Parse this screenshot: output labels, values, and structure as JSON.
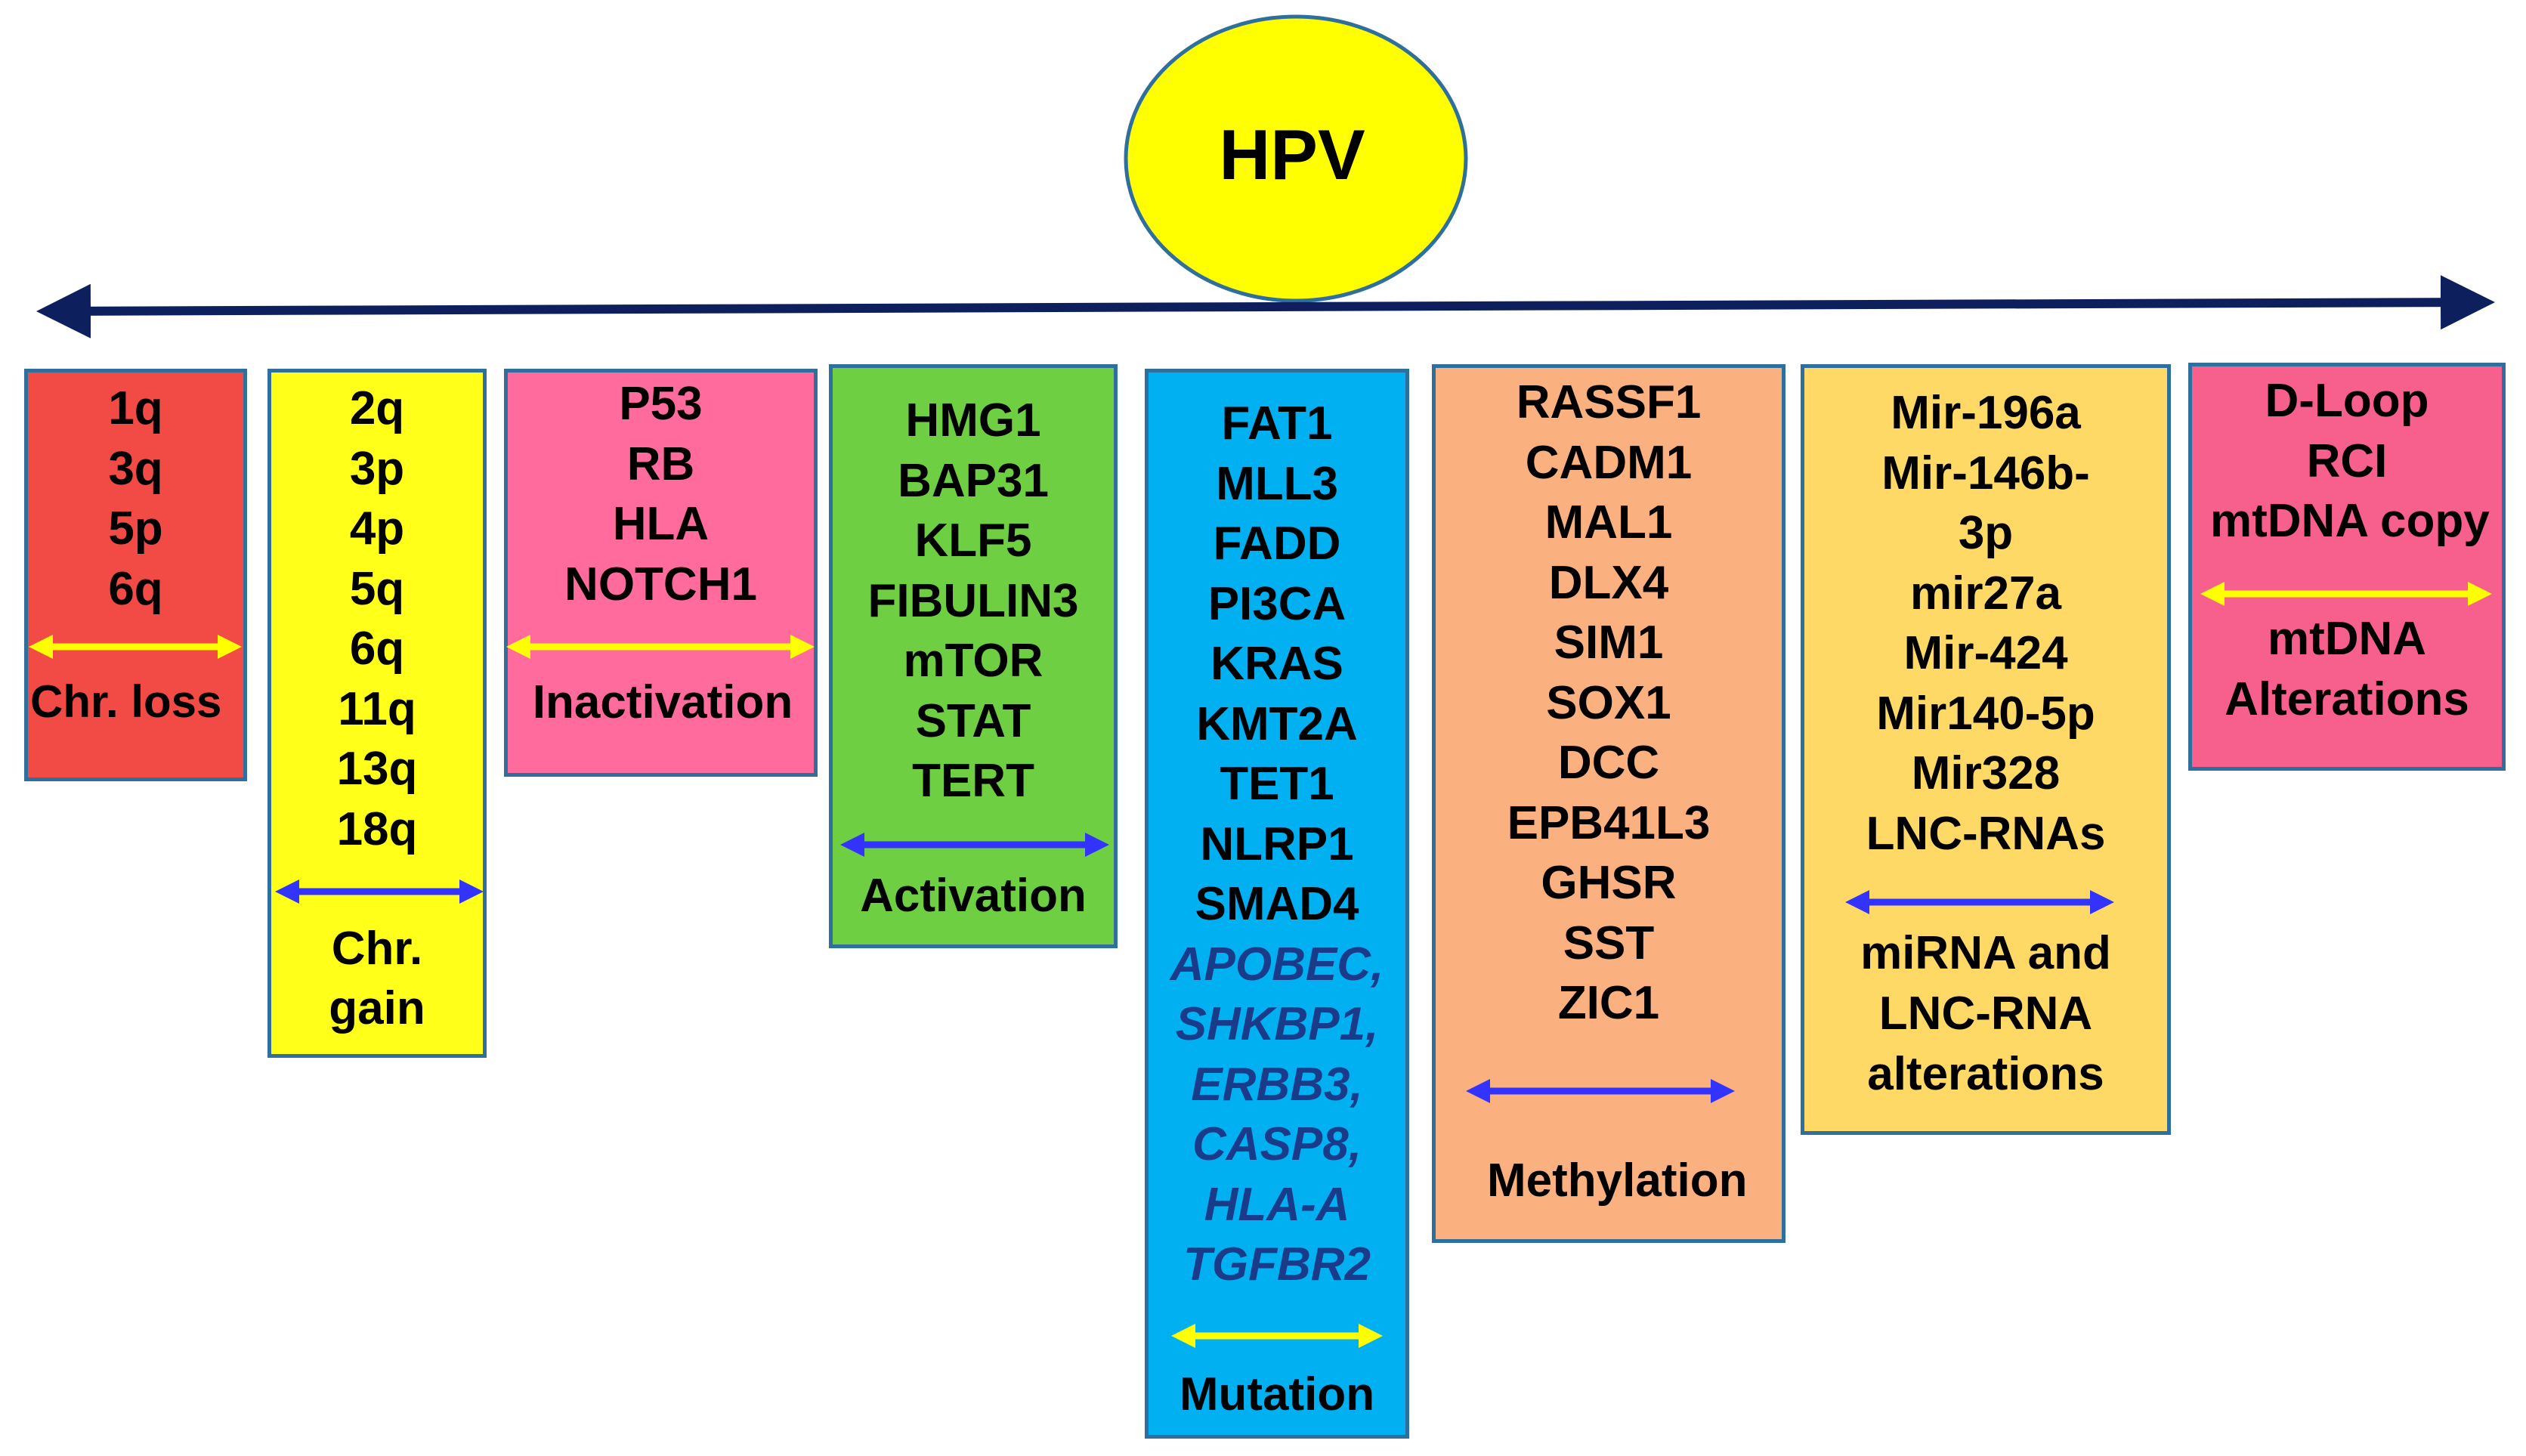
{
  "hpv": {
    "label": "HPV"
  },
  "colors": {
    "ellipse_fill": "#ffff00",
    "axis": "#0d1f5c",
    "box_border": "#2e6f9e",
    "yellow_arrow": "#ffff00",
    "blue_arrow": "#3333ff"
  },
  "groups": [
    {
      "id": "chr-loss",
      "fill": "#f24a45",
      "items": [
        "1q",
        "3q",
        "5p",
        "6q"
      ],
      "arrow_color": "yellow",
      "category": [
        "Chr. loss"
      ]
    },
    {
      "id": "chr-gain",
      "fill": "#ffff1a",
      "items": [
        "2q",
        "3p",
        "4p",
        "5q",
        "6q",
        "11q",
        "13q",
        "18q"
      ],
      "arrow_color": "blue",
      "category": [
        "Chr.",
        "gain"
      ]
    },
    {
      "id": "inactivation",
      "fill": "#ff6b9d",
      "items": [
        "P53",
        "RB",
        "HLA",
        "NOTCH1"
      ],
      "arrow_color": "yellow",
      "category": [
        "Inactivation"
      ]
    },
    {
      "id": "activation",
      "fill": "#6fcf42",
      "items": [
        "HMG1",
        "BAP31",
        "KLF5",
        "FIBULIN3",
        "mTOR",
        "STAT",
        "TERT"
      ],
      "arrow_color": "blue",
      "category": [
        "Activation"
      ]
    },
    {
      "id": "mutation",
      "fill": "#00b0f0",
      "items": [
        "FAT1",
        "MLL3",
        "FADD",
        "PI3CA",
        "KRAS",
        "KMT2A",
        "TET1",
        "NLRP1",
        "SMAD4"
      ],
      "italic_items": [
        "APOBEC,",
        "SHKBP1,",
        "ERBB3,",
        "CASP8,",
        "HLA-A",
        "TGFBR2"
      ],
      "arrow_color": "yellow",
      "category": [
        "Mutation"
      ]
    },
    {
      "id": "methylation",
      "fill": "#fbb07f",
      "items": [
        "RASSF1",
        "CADM1",
        "MAL1",
        "DLX4",
        "SIM1",
        "SOX1",
        "DCC",
        "EPB41L3",
        "GHSR",
        "SST",
        "ZIC1"
      ],
      "arrow_color": "blue",
      "category": [
        "Methylation"
      ]
    },
    {
      "id": "mirna",
      "fill": "#ffd966",
      "items": [
        "Mir-196a",
        "Mir-146b-",
        "3p",
        "mir27a",
        "Mir-424",
        "Mir140-5p",
        "Mir328",
        "LNC-RNAs"
      ],
      "arrow_color": "blue",
      "category": [
        "miRNA and",
        "LNC-RNA",
        "alterations"
      ]
    },
    {
      "id": "mtdna",
      "fill": "#f7608d",
      "items": [
        "D-Loop",
        "RCI",
        "mtDNA copy"
      ],
      "arrow_color": "yellow",
      "category": [
        "mtDNA",
        "Alterations"
      ]
    }
  ]
}
